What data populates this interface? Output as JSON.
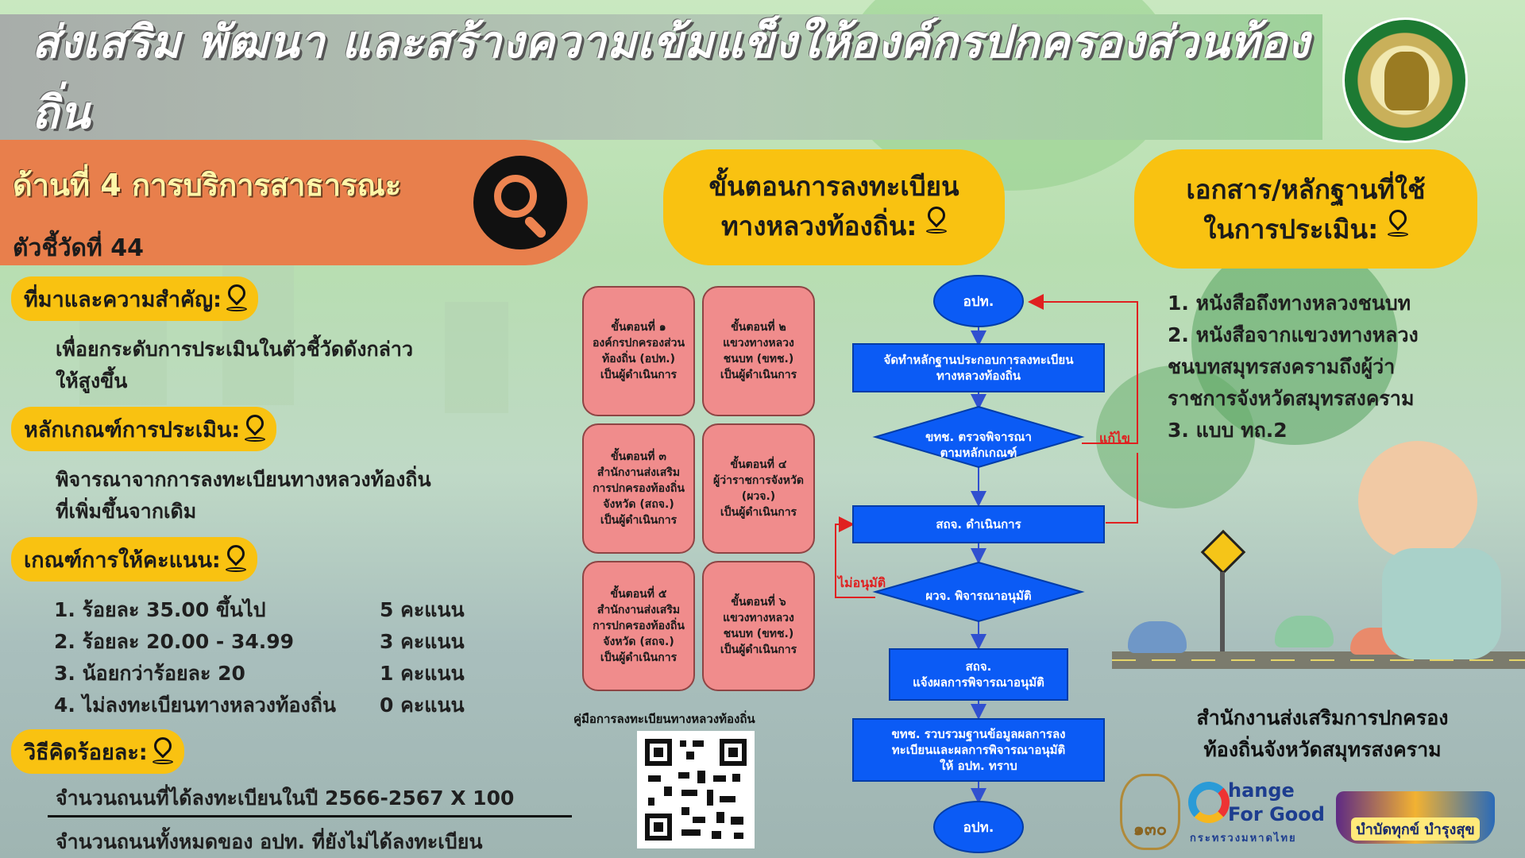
{
  "title": "ส่งเสริม พัฒนา และสร้างความเข้มแข็งให้องค์กรปกครองส่วนท้องถิ่น",
  "seal_icon": "department-of-local-administration-seal",
  "dimension": {
    "title": "ด้านที่ 4 การบริการสาธารณะ",
    "indicator": "ตัวชี้วัดที่ 44"
  },
  "sections": {
    "background": {
      "heading": "ที่มาและความสำคัญ:",
      "text_1": "เพื่อยกระดับการประเมินในตัวชี้วัดดังกล่าว",
      "text_2": "ให้สูงขึ้น"
    },
    "criteria": {
      "heading": "หลักเกณฑ์การประเมิน:",
      "text_1": "พิจารณาจากการลงทะเบียนทางหลวงท้องถิ่น",
      "text_2": "ที่เพิ่มขึ้นจากเดิม"
    },
    "scoring": {
      "heading": "เกณฑ์การให้คะแนน:",
      "rows": [
        {
          "label": "1. ร้อยละ  35.00 ขึ้นไป",
          "score": "5  คะแนน"
        },
        {
          "label": "2. ร้อยละ 20.00 - 34.99",
          "score": "3  คะแนน"
        },
        {
          "label": "3. น้อยกว่าร้อยละ 20",
          "score": "1  คะแนน"
        },
        {
          "label": "4. ไม่ลงทะเบียนทางหลวงท้องถิ่น",
          "score": "0  คะแนน"
        }
      ]
    },
    "formula": {
      "heading": "วิธีคิดร้อยละ:",
      "numerator": "จำนวนถนนที่ได้ลงทะเบียนในปี 2566-2567 X 100",
      "denominator": "จำนวนถนนทั้งหมดของ อปท. ที่ยังไม่ได้ลงทะเบียน"
    }
  },
  "process": {
    "heading_1": "ขั้นตอนการลงทะเบียน",
    "heading_2": "ทางหลวงท้องถิ่น:",
    "steps": [
      {
        "line_1": "ขั้นตอนที่ ๑",
        "line_2": "องค์กรปกครองส่วน",
        "line_3": "ท้องถิ่น (อปท.)",
        "line_4": "เป็นผู้ดำเนินการ"
      },
      {
        "line_1": "ขั้นตอนที่ ๒",
        "line_2": "แขวงทางหลวง",
        "line_3": "ชนบท (ขทช.)",
        "line_4": "เป็นผู้ดำเนินการ"
      },
      {
        "line_1": "ขั้นตอนที่ ๓",
        "line_2": "สำนักงานส่งเสริม",
        "line_3": "การปกครองท้องถิ่น",
        "line_4": "จังหวัด (สถจ.)",
        "line_5": "เป็นผู้ดำเนินการ"
      },
      {
        "line_1": "ขั้นตอนที่ ๔",
        "line_2": "ผู้ว่าราชการจังหวัด",
        "line_3": "(ผวจ.)",
        "line_4": "เป็นผู้ดำเนินการ"
      },
      {
        "line_1": "ขั้นตอนที่ ๕",
        "line_2": "สำนักงานส่งเสริม",
        "line_3": "การปกครองท้องถิ่น",
        "line_4": "จังหวัด (สถจ.)",
        "line_5": "เป็นผู้ดำเนินการ"
      },
      {
        "line_1": "ขั้นตอนที่ ๖",
        "line_2": "แขวงทางหลวง",
        "line_3": "ชนบท (ขทช.)",
        "line_4": "เป็นผู้ดำเนินการ"
      }
    ],
    "manual_label": "คู่มือการลงทะเบียนทางหลวงท้องถิ่น",
    "qr_icon": "qr-code-icon"
  },
  "flowchart": {
    "start": "อปท.",
    "prepare_1": "จัดทำหลักฐานประกอบการลงทะเบียน",
    "prepare_2": "ทางหลวงท้องถิ่น",
    "check_1": "ขทช. ตรวจพิจารณา",
    "check_2": "ตามหลักเกณฑ์",
    "fix_label": "แก้ไข",
    "operate": "สถจ. ดำเนินการ",
    "approve": "ผวจ. พิจารณาอนุมัติ",
    "reject_label": "ไม่อนุมัติ",
    "notify_1": "สถจ.",
    "notify_2": "แจ้งผลการพิจารณาอนุมัติ",
    "collect_1": "ขทช. รวบรวมฐานข้อมูลผลการลง",
    "collect_2": "ทะเบียนและผลการพิจารณาอนุมัติ",
    "collect_3": "ให้ อปท. ทราบ",
    "end": "อปท.",
    "node_color": "#0b5bf5",
    "arrow_color": "#e02020"
  },
  "documents": {
    "heading_1": "เอกสาร/หลักฐานที่ใช้",
    "heading_2": "ในการประเมิน:",
    "items": [
      "1. หนังสือถึงทางหลวงชนบท",
      "2. หนังสือจากแขวงทางหลวง",
      "ชนบทสมุทรสงครามถึงผู้ว่า",
      "ราชการจังหวัดสมุทรสงคราม",
      "3. แบบ ทถ.2"
    ]
  },
  "footer": {
    "org_1": "สำนักงานส่งเสริมการปกครอง",
    "org_2": "ท้องถิ่นจังหวัดสมุทรสงคราม",
    "logo_1": "๑๓๐",
    "logo_2_line_1": "hange",
    "logo_2_line_2": "For Good",
    "logo_2_line_3": "กระทรวงมหาดไทย",
    "logo_3": "บำบัดทุกข์ บำรุงสุข"
  },
  "colors": {
    "accent_yellow": "#f9c211",
    "header_orange": "#e87f4c",
    "step_pink": "#f08c8c"
  }
}
